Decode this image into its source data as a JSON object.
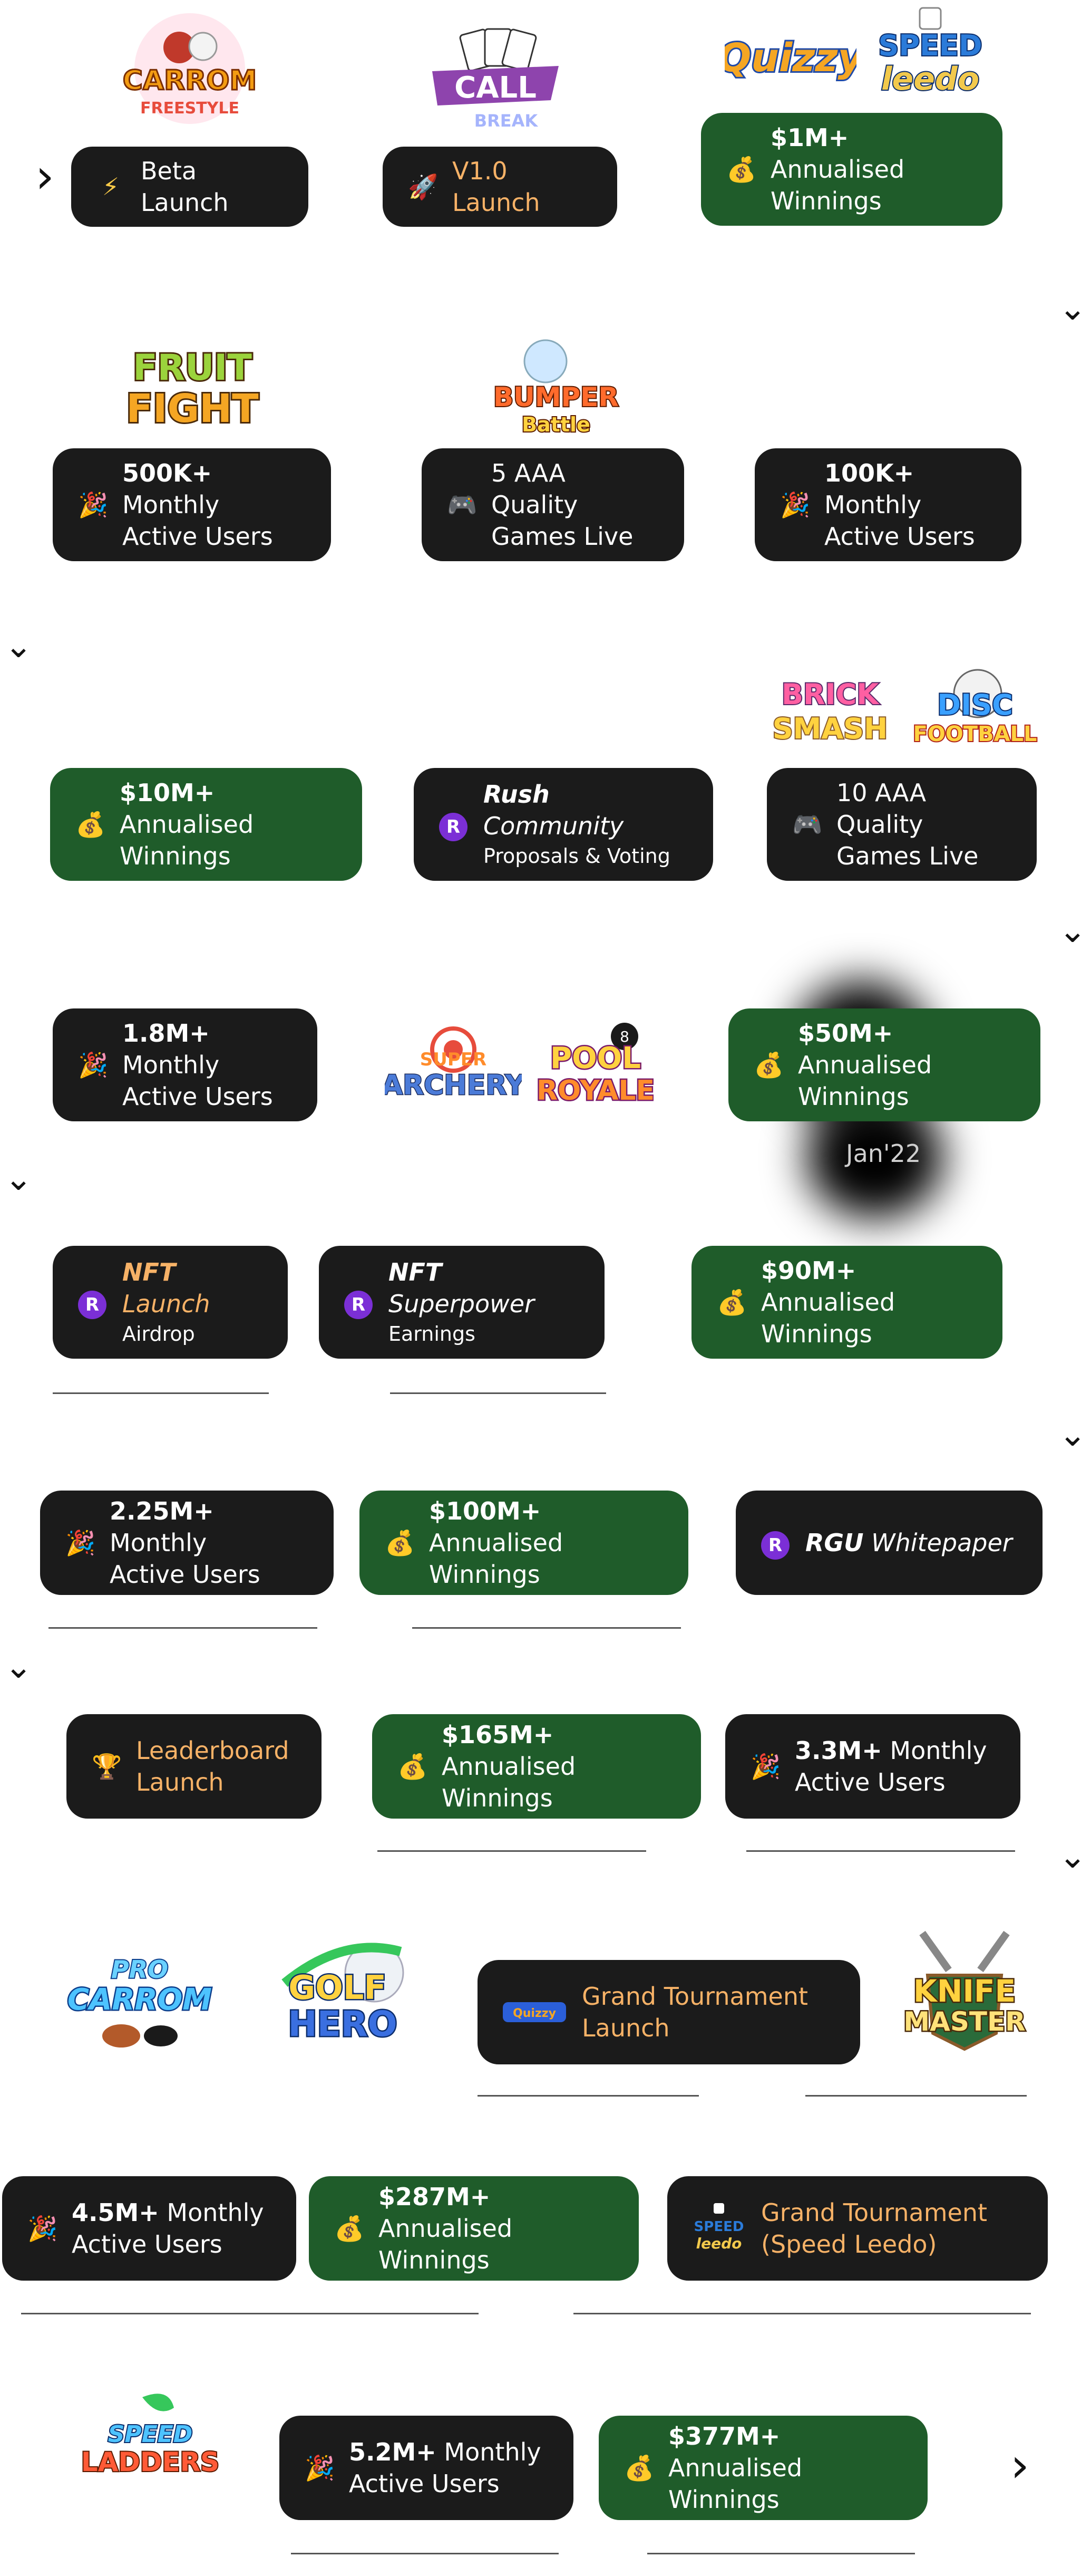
{
  "logos": {
    "carrom": {
      "line1": "CARROM",
      "line2": "FREESTYLE"
    },
    "callbreak": {
      "line1": "CALL",
      "line2": "BREAK"
    },
    "quizzy": "Quizzy",
    "speedleedo": {
      "line1": "SPEED",
      "line2": "leedo"
    },
    "fruitfight": {
      "line1": "FRUIT",
      "line2": "FIGHT"
    },
    "bumper": {
      "line1": "BUMPER",
      "line2": "Battle"
    },
    "brick": {
      "line1": "BRICK",
      "line2": "SMASH"
    },
    "disc": {
      "line1": "DISC",
      "line2": "FOOTBALL"
    },
    "archery": {
      "line1": "SUPER",
      "line2": "ARCHERY"
    },
    "pool": {
      "line1": "POOL",
      "line2": "ROYALE"
    },
    "procarrom": {
      "line1": "PRO",
      "line2": "CARROM"
    },
    "golf": {
      "line1": "GOLF",
      "line2": "HERO"
    },
    "knife": {
      "line1": "KNIFE",
      "line2": "MASTER"
    },
    "ladders": {
      "line1": "SPEED",
      "line2": "LADDERS"
    }
  },
  "milestones": {
    "m1": {
      "icon": "lightning-icon",
      "text": "Beta Launch"
    },
    "m2": {
      "icon": "rocket-icon",
      "text": "V1.0 Launch"
    },
    "m3": {
      "icon": "money-bag-icon",
      "bold": "$1M+",
      "rest": " Annualised",
      "line2": "Winnings"
    },
    "m4": {
      "icon": "party-popper-icon",
      "bold": "500K+",
      "rest": " Monthly",
      "line2": "Active Users"
    },
    "m5": {
      "icon": "gamepad-icon",
      "line1": "5 AAA Quality",
      "line2": "Games Live"
    },
    "m6": {
      "icon": "party-popper-icon",
      "bold": "100K+",
      "rest": " Monthly",
      "line2": "Active Users"
    },
    "m7": {
      "icon": "money-bag-icon",
      "bold": "$10M+",
      "rest": " Annualised",
      "line2": "Winnings"
    },
    "m8": {
      "icon": "rush-icon",
      "bold": "Rush",
      "rest": " Community",
      "line2": "Proposals & Voting"
    },
    "m9": {
      "icon": "gamepad-icon",
      "line1": "10 AAA Quality",
      "line2": "Games Live"
    },
    "m10": {
      "icon": "party-popper-icon",
      "bold": "1.8M+",
      "rest": " Monthly",
      "line2": "Active Users"
    },
    "m11": {
      "icon": "money-bag-icon",
      "bold": "$50M+",
      "rest": " Annualised",
      "line2": "Winnings"
    },
    "m12": {
      "icon": "rush-icon",
      "bold": "NFT",
      "rest": " Launch",
      "line2": "Airdrop"
    },
    "m13": {
      "icon": "rush-icon",
      "bold": "NFT",
      "rest": " Superpower",
      "line2": "Earnings"
    },
    "m14": {
      "icon": "money-bag-icon",
      "bold": "$90M+",
      "rest": " Annualised",
      "line2": "Winnings"
    },
    "m15": {
      "icon": "party-popper-icon",
      "bold": "2.25M+",
      "rest": " Monthly",
      "line2": "Active Users"
    },
    "m16": {
      "icon": "money-bag-icon",
      "bold": "$100M+",
      "rest": " Annualised",
      "line2": "Winnings"
    },
    "m17": {
      "icon": "rush-icon",
      "bold": "RGU",
      "rest": " Whitepaper"
    },
    "m18": {
      "icon": "trophy-icon",
      "line1": "Leaderboard",
      "line2": "Launch"
    },
    "m19": {
      "icon": "money-bag-icon",
      "bold": "$165M+",
      "rest": " Annualised",
      "line2": "Winnings"
    },
    "m20": {
      "icon": "party-popper-icon",
      "bold": "3.3M+",
      "rest": " Monthly",
      "line2": "Active Users"
    },
    "m21": {
      "icon": "quizzy-icon",
      "line1": "Grand Tournament",
      "line2": "Launch"
    },
    "m22": {
      "icon": "party-popper-icon",
      "bold": "4.5M+",
      "rest": " Monthly",
      "line2": "Active Users"
    },
    "m23": {
      "icon": "money-bag-icon",
      "bold": "$287M+",
      "rest": " Annualised",
      "line2": "Winnings"
    },
    "m24": {
      "icon": "speedleedo-icon",
      "line1": "Grand Tournament",
      "line2": "(Speed Leedo)"
    },
    "m25": {
      "icon": "party-popper-icon",
      "bold": "5.2M+",
      "rest": " Monthly",
      "line2": "Active Users"
    },
    "m26": {
      "icon": "money-bag-icon",
      "bold": "$377M+",
      "rest": " Annualised",
      "line2": "Winnings"
    }
  },
  "date_label": "Jan'22",
  "icons": {
    "chevron_right": "›",
    "chevron_down": "⌄"
  },
  "colors": {
    "dark_pill": "#1b1b1b",
    "green_pill": "#1f5c2a",
    "orange_text": "#f7b267"
  }
}
